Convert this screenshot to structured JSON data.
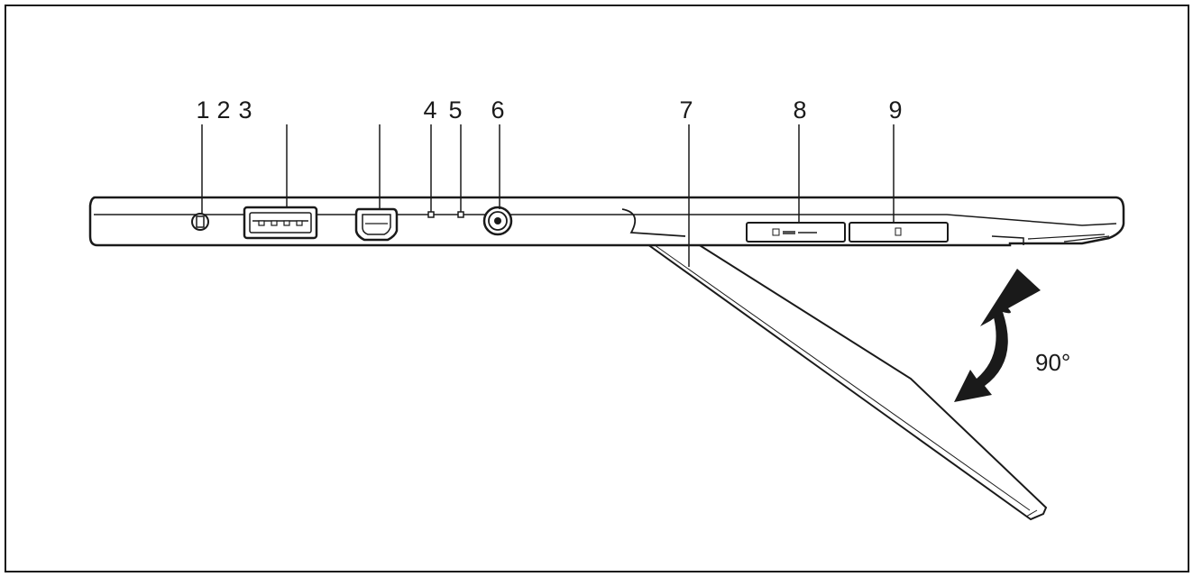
{
  "callouts": {
    "c1": "1",
    "c2": "2",
    "c3": "3",
    "c4": "4",
    "c5": "5",
    "c6": "6",
    "c7": "7",
    "c8": "8",
    "c9": "9"
  },
  "angle_label": "90°",
  "colors": {
    "line": "#1a1a1a",
    "fill": "#ffffff"
  }
}
